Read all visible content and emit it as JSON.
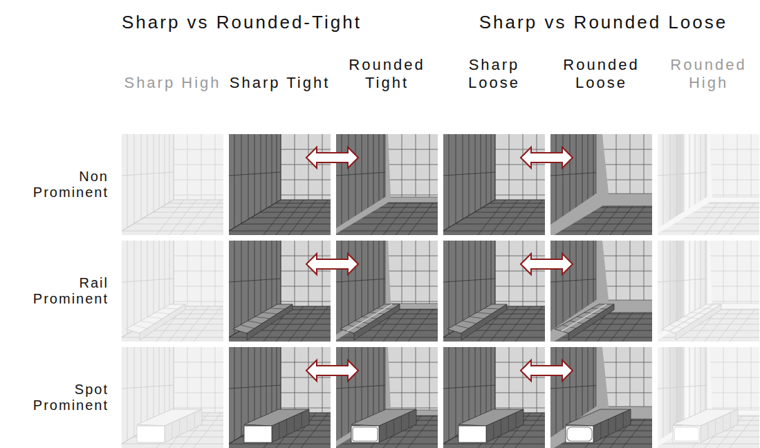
{
  "diagram": {
    "labels": [
      "Sharp vs Rounded-Tight",
      "Sharp vs Rounded Loose",
      "Sharp High",
      "Sharp Tight",
      "Rounded Tight",
      "Sharp Loose",
      "Rounded Loose",
      "Rounded High",
      "Non Prominent",
      "Rail Prominent",
      "Spot Prominent"
    ]
  }
}
